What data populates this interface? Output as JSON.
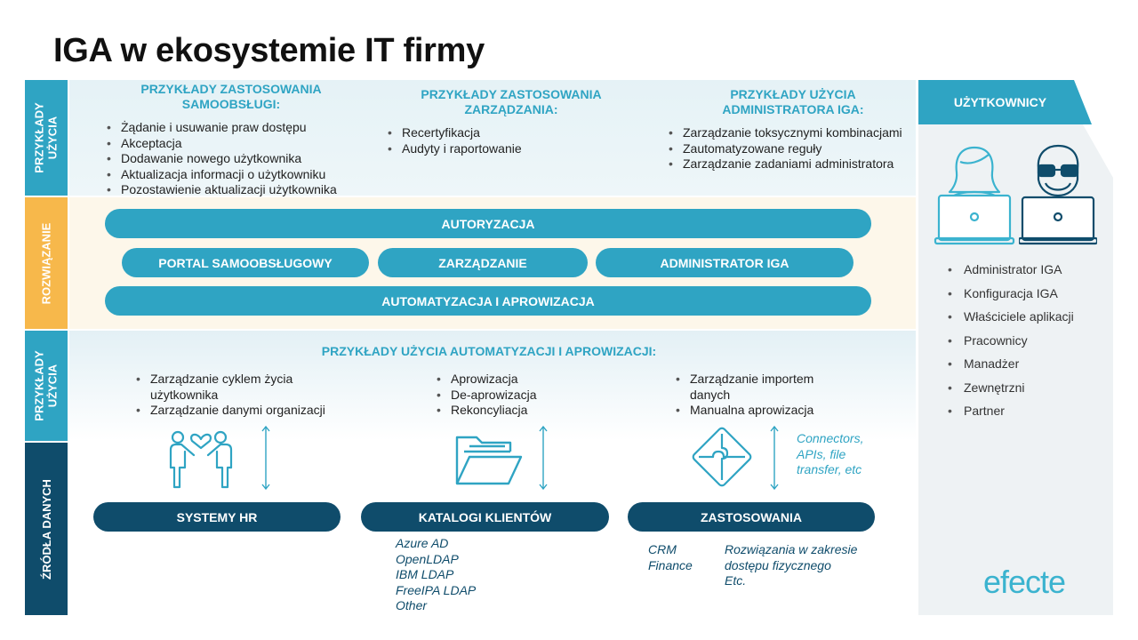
{
  "title": "IGA w ekosystemie IT firmy",
  "side_labels": {
    "top": "PRZYKŁADY\nUŻYCIA",
    "middle": "ROZWIĄZANIE",
    "lower": "PRZYKŁADY\nUŻYCIA",
    "bottom": "ŹRÓDŁA DANYCH"
  },
  "top_columns": [
    {
      "header": "PRZYKŁADY ZASTOSOWANIA\nSAMOOBSŁUGI:",
      "items": [
        "Żądanie i usuwanie praw dostępu",
        "Akceptacja",
        "Dodawanie nowego użytkownika",
        "Aktualizacja informacji o użytkowniku",
        "Pozostawienie aktualizacji użytkownika"
      ]
    },
    {
      "header": "PRZYKŁADY ZASTOSOWANIA\nZARZĄDZANIA:",
      "items": [
        "Recertyfikacja",
        "Audyty i raportowanie"
      ]
    },
    {
      "header": "PRZYKŁADY UŻYCIA\nADMINISTRATORA IGA:",
      "items": [
        "Zarządzanie toksycznymi kombinacjami",
        "Zautomatyzowane reguły",
        "Zarządzanie zadaniami administratora"
      ]
    }
  ],
  "solution": {
    "autoryzacja": "AUTORYZACJA",
    "portal": "PORTAL SAMOOBSŁUGOWY",
    "zarzadzanie": "ZARZĄDZANIE",
    "admin": "ADMINISTRATOR IGA",
    "automatyzacja": "AUTOMATYZACJA I APROWIZACJA"
  },
  "automation": {
    "header": "PRZYKŁADY UŻYCIA AUTOMATYZACJI I APROWIZACJI:",
    "columns": [
      {
        "items": [
          "Zarządzanie cyklem życia\nużytkownika",
          "Zarządzanie danymi organizacji"
        ]
      },
      {
        "items": [
          "Aprowizacja",
          "De-aprowizacja",
          "Rekoncyliacja"
        ]
      },
      {
        "items": [
          "Zarządzanie importem\ndanych",
          "Manualna aprowizacja"
        ]
      }
    ],
    "connectors_note": "Connectors,\nAPIs, file\ntransfer, etc"
  },
  "sources": {
    "hr": "SYSTEMY HR",
    "catalogs": "KATALOGI KLIENTÓW",
    "apps": "ZASTOSOWANIA",
    "catalog_items": [
      "Azure AD",
      "OpenLDAP",
      "IBM LDAP",
      "FreeIPA LDAP",
      "Other"
    ],
    "app_items_left": [
      "CRM",
      "Finance"
    ],
    "app_items_right": [
      "Rozwiązania w zakresie",
      "dostępu fizycznego",
      "Etc."
    ]
  },
  "users": {
    "header": "UŻYTKOWNICY",
    "items": [
      "Administrator IGA",
      "Konfiguracja IGA",
      "Właściciele aplikacji",
      "Pracownicy",
      "Manadżer",
      "Zewnętrzni",
      "Partner"
    ]
  },
  "logo": "efecte",
  "colors": {
    "accent": "#2fa4c3",
    "dark": "#0f4c6b",
    "solution_band": "#fdf7ea",
    "solution_label": "#f7b84b"
  }
}
